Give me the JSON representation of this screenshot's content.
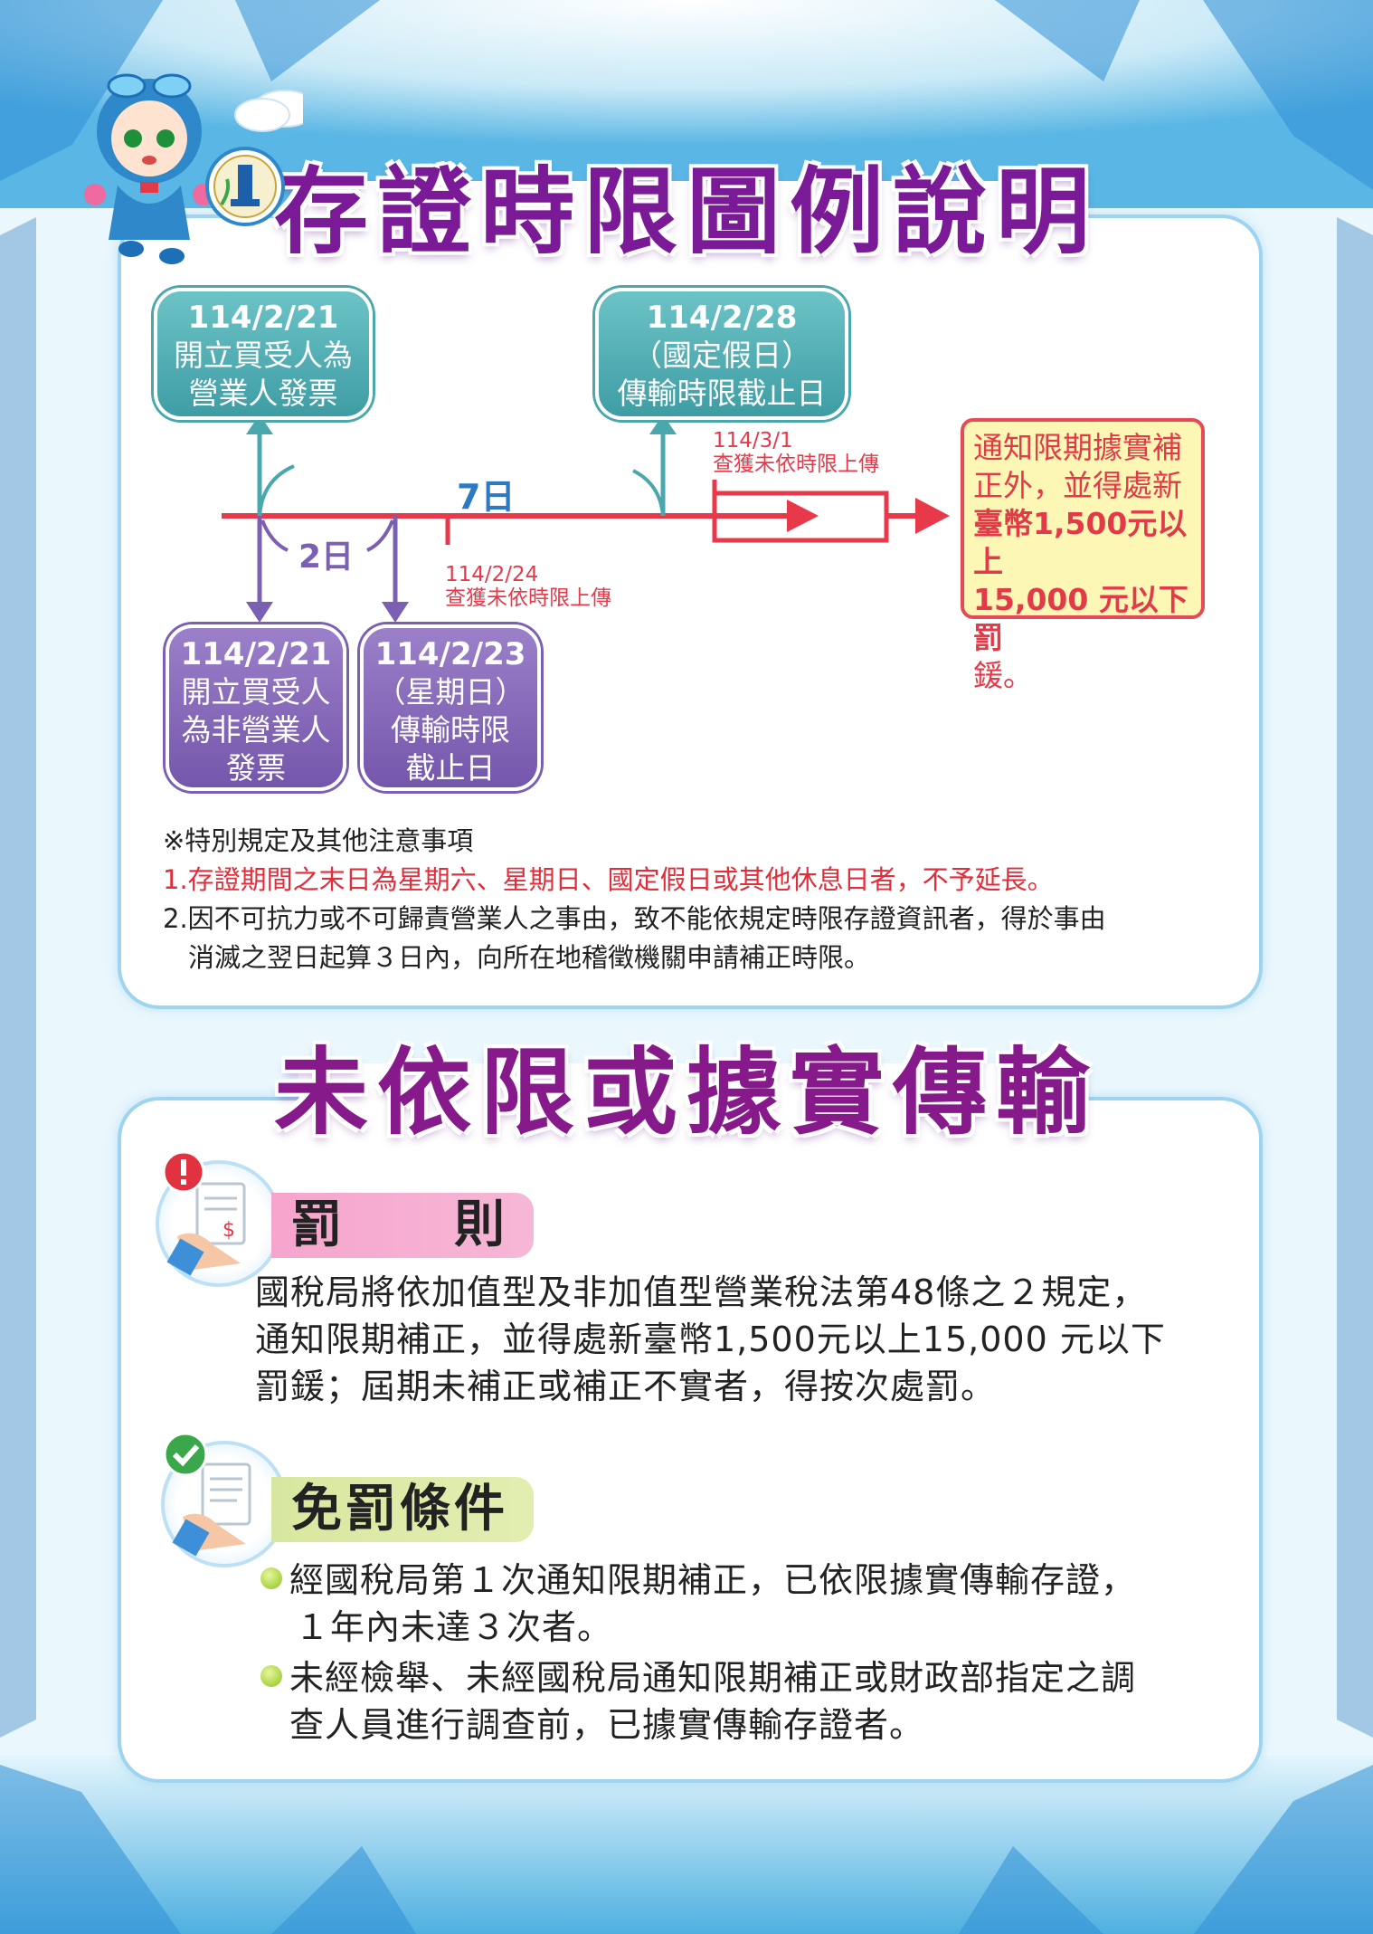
{
  "section1": {
    "title": "存證時限圖例說明",
    "box_top_left": {
      "date": "114/2/21",
      "line1": "開立買受人為",
      "line2": "營業人發票"
    },
    "box_top_mid": {
      "date": "114/2/28",
      "line1": "（國定假日）",
      "line2": "傳輸時限截止日"
    },
    "box_bottom_left": {
      "date": "114/2/21",
      "line1": "開立買受人",
      "line2": "為非營業人",
      "line3": "發票"
    },
    "box_bottom_mid": {
      "date": "114/2/23",
      "line1": "（星期日）",
      "line2": "傳輸時限",
      "line3": "截止日"
    },
    "label_7days": "7日",
    "label_2days": "2日",
    "note_upper_date": "114/3/1",
    "note_upper_text": "查獲未依時限上傳",
    "note_lower_date": "114/2/24",
    "note_lower_text": "查獲未依時限上傳",
    "penalty_text": [
      "通知限期據實補",
      "正外，並得處新",
      "臺幣1,500元以上",
      "15,000 元以下罰",
      "鍰。"
    ],
    "notes_heading": "※特別規定及其他注意事項",
    "note1": "1.存證期間之末日為星期六、星期日、國定假日或其他休息日者，不予延長。",
    "note2_line1": "2.因不可抗力或不可歸責營業人之事由，致不能依規定時限存證資訊者，得於事由",
    "note2_line2": "消滅之翌日起算３日內，向所在地稽徵機關申請補正時限。"
  },
  "section2": {
    "title": "未依限或據實傳輸",
    "fine_heading": "罰　　則",
    "fine_lines": [
      "國稅局將依加值型及非加值型營業稅法第48條之２規定，",
      "通知限期補正，並得處新臺幣1,500元以上15,000 元以下",
      "罰鍰；屆期未補正或補正不實者，得按次處罰。"
    ],
    "exempt_heading": "免罰條件",
    "exempt_items": [
      {
        "line1": "經國稅局第１次通知限期補正，已依限據實傳輸存證，",
        "line2": "１年內未達３次者。"
      },
      {
        "line1": "未經檢舉、未經國稅局通知限期補正或財政部指定之調",
        "line2": "查人員進行調查前，已據實傳輸存證者。"
      }
    ]
  },
  "icons": {
    "mascot": "mascot-character-icon",
    "logo": "tax-bureau-logo-icon",
    "fine_icon": "receipt-alert-icon",
    "exempt_icon": "receipt-check-icon"
  },
  "colors": {
    "title": "#7a1a96",
    "teal": "#4aa8ad",
    "purple": "#7a5fb2",
    "red": "#e8394a",
    "border": "#9ed4ef"
  }
}
